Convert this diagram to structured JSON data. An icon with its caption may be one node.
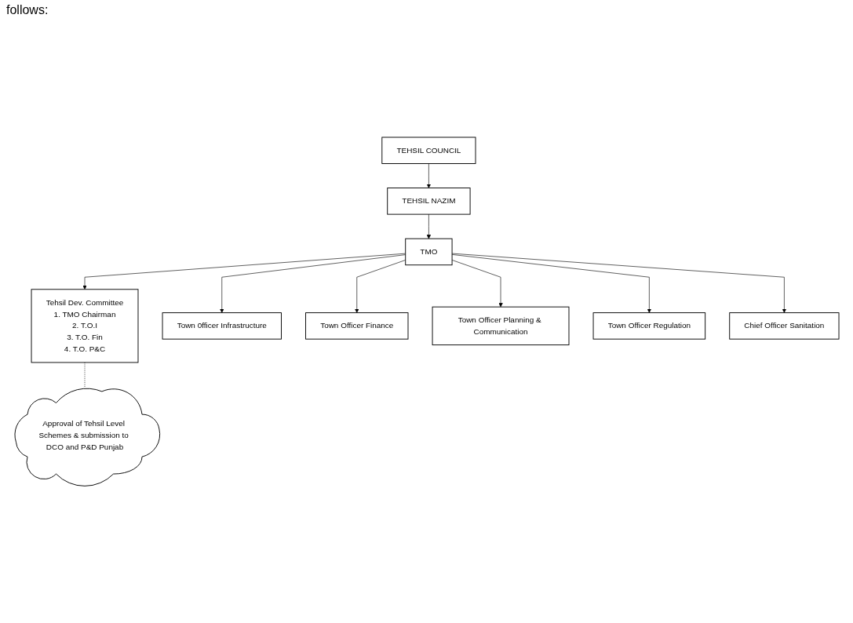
{
  "diagram": {
    "nodes": [
      {
        "text": [
          "TEHSIL COUNCIL"
        ]
      },
      {
        "text": [
          "TEHSIL NAZIM"
        ]
      },
      {
        "text": [
          "TMO"
        ]
      },
      {
        "text": [
          "Tehsil Dev. Committee",
          "1. TMO Chairman",
          "2. T.O.I",
          "3. T.O. Fin",
          "4. T.O. P&C"
        ]
      },
      {
        "text": [
          "Approval of Tehsil Level Schemes & submission to DCO and P&D Punjab"
        ]
      },
      {
        "text": [
          "Town 0fficer Infrastructure"
        ]
      },
      {
        "text": [
          "Town Officer Finance"
        ]
      },
      {
        "text": [
          "Town Officer Planning & Communication"
        ]
      },
      {
        "text": [
          "Town Officer Regulation"
        ]
      },
      {
        "text": [
          "Chief Officer Sanitation"
        ]
      }
    ],
    "edges": [
      {
        "from": 0,
        "to": 1,
        "arrow": "to"
      },
      {
        "from": 1,
        "to": 2,
        "arrow": "to"
      },
      {
        "from": 2,
        "to": 3,
        "arrow": "to"
      },
      {
        "from": 3,
        "to": 4,
        "arrow": "none",
        "style": "dashed"
      },
      {
        "from": 2,
        "to": 5,
        "arrow": "to"
      },
      {
        "from": 2,
        "to": 6,
        "arrow": "to"
      },
      {
        "from": 2,
        "to": 7,
        "arrow": "to"
      },
      {
        "from": 2,
        "to": 8,
        "arrow": "to"
      },
      {
        "from": 2,
        "to": 9,
        "arrow": "to"
      }
    ],
    "labels": [
      "follows:"
    ]
  }
}
